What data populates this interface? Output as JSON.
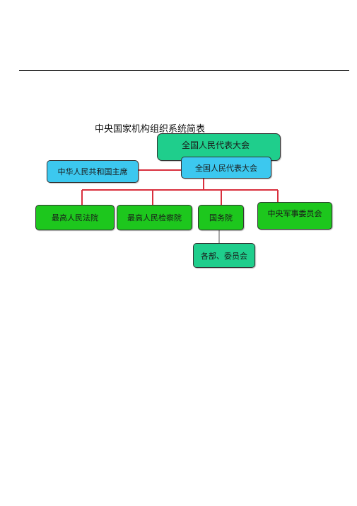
{
  "title": "中央国家机构组织系统简表",
  "colors": {
    "teal": "#1fce8c",
    "blue": "#3cc8ef",
    "green": "#1dc71d",
    "connector": "#d9303e"
  },
  "nodes": {
    "npc": "全国人民代表大会",
    "npc_standing": "全国人民代表大会",
    "president": "中华人民共和国主席",
    "supreme_court": "最高人民法院",
    "procuratorate": "最高人民检察院",
    "state_council": "国务院",
    "military_commission": "中央军事委员会",
    "ministries": "各部、委员会"
  }
}
